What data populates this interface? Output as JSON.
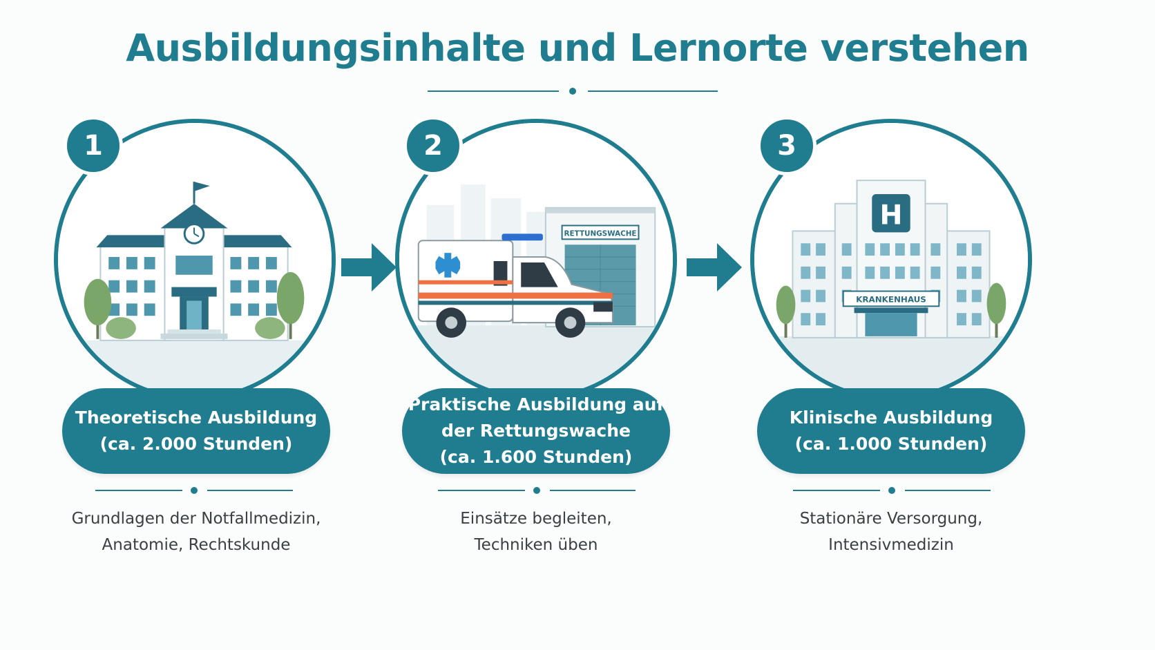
{
  "title": "Ausbildungsinhalte und Lernorte verstehen",
  "colors": {
    "accent": "#1f7d8f",
    "text": "#3a3f43",
    "background": "#fbfcfc"
  },
  "steps": [
    {
      "number": "1",
      "illustration": "school-building",
      "heading_lines": [
        "Theoretische Ausbildung",
        "(ca. 2.000 Stunden)"
      ],
      "description_lines": [
        "Grundlagen der Notfallmedizin,",
        "Anatomie, Rechtskunde"
      ]
    },
    {
      "number": "2",
      "illustration": "ambulance-at-station",
      "sign": "RETTUNGSWACHE",
      "heading_lines": [
        "Praktische Ausbildung auf",
        "der Rettungswache",
        "(ca. 1.600 Stunden)"
      ],
      "description_lines": [
        "Einsätze begleiten,",
        "Techniken üben"
      ]
    },
    {
      "number": "3",
      "illustration": "hospital-building",
      "sign": "KRANKENHAUS",
      "hospital_letter": "H",
      "heading_lines": [
        "Klinische Ausbildung",
        "(ca. 1.000 Stunden)"
      ],
      "description_lines": [
        "Stationäre Versorgung,",
        "Intensivmedizin"
      ]
    }
  ]
}
